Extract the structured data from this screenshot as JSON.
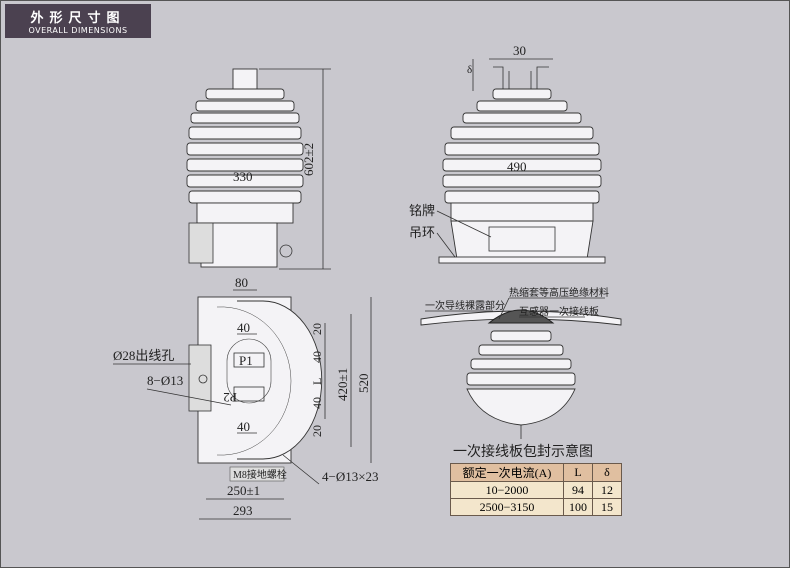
{
  "header": {
    "title_cn": "外形尺寸图",
    "title_en": "OVERALL DIMENSIONS"
  },
  "front_view": {
    "width_label": "330",
    "height_label": "602±2"
  },
  "side_view": {
    "top_label": "30",
    "delta_label": "δ",
    "width_label": "490",
    "nameplate_label": "铭牌",
    "lifting_ring_label": "吊环"
  },
  "plan_view": {
    "top_dim": "80",
    "upper_dim": "40",
    "lower_dim": "40",
    "p1_label": "P1",
    "p2_label": "P2",
    "hole_label": "Ø28出线孔",
    "bolt_holes_label": "8−Ø13",
    "right_dims": [
      "20",
      "40",
      "L",
      "40",
      "20"
    ],
    "inner_height": "420±1",
    "outer_height": "520",
    "ground_bolt_label": "M8接地螺栓",
    "mount_holes_label": "4−Ø13×23",
    "inner_width": "250±1",
    "outer_width": "293"
  },
  "section_view": {
    "exposed_label": "一次导线裸露部分",
    "insulation_label": "热缩套等高压绝缘材料",
    "terminal_label": "互感器一次接线板",
    "caption": "一次接线板包封示意图"
  },
  "spec_table": {
    "headers": [
      "额定一次电流(A)",
      "L",
      "δ"
    ],
    "rows": [
      [
        "10−2000",
        "94",
        "12"
      ],
      [
        "2500−3150",
        "100",
        "15"
      ]
    ]
  }
}
